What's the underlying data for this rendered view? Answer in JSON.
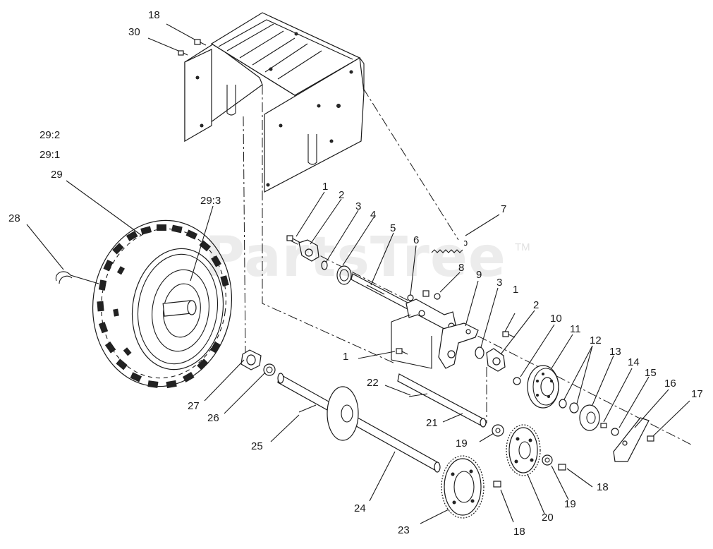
{
  "watermark": {
    "text": "PartsTree",
    "trademark": "TM"
  },
  "labels": [
    {
      "id": "18-top",
      "text": "18"
    },
    {
      "id": "30",
      "text": "30"
    },
    {
      "id": "29-2",
      "text": "29:2"
    },
    {
      "id": "29-1",
      "text": "29:1"
    },
    {
      "id": "29",
      "text": "29"
    },
    {
      "id": "29-3",
      "text": "29:3"
    },
    {
      "id": "28",
      "text": "28"
    },
    {
      "id": "1-a",
      "text": "1"
    },
    {
      "id": "2-a",
      "text": "2"
    },
    {
      "id": "3-a",
      "text": "3"
    },
    {
      "id": "4",
      "text": "4"
    },
    {
      "id": "5",
      "text": "5"
    },
    {
      "id": "6",
      "text": "6"
    },
    {
      "id": "7",
      "text": "7"
    },
    {
      "id": "8",
      "text": "8"
    },
    {
      "id": "9",
      "text": "9"
    },
    {
      "id": "3-b",
      "text": "3"
    },
    {
      "id": "1-b",
      "text": "1"
    },
    {
      "id": "2-b",
      "text": "2"
    },
    {
      "id": "10",
      "text": "10"
    },
    {
      "id": "11",
      "text": "11"
    },
    {
      "id": "12",
      "text": "12"
    },
    {
      "id": "13",
      "text": "13"
    },
    {
      "id": "14",
      "text": "14"
    },
    {
      "id": "15",
      "text": "15"
    },
    {
      "id": "16",
      "text": "16"
    },
    {
      "id": "17",
      "text": "17"
    },
    {
      "id": "1-c",
      "text": "1"
    },
    {
      "id": "22",
      "text": "22"
    },
    {
      "id": "21",
      "text": "21"
    },
    {
      "id": "27",
      "text": "27"
    },
    {
      "id": "26",
      "text": "26"
    },
    {
      "id": "25",
      "text": "25"
    },
    {
      "id": "19-a",
      "text": "19"
    },
    {
      "id": "24",
      "text": "24"
    },
    {
      "id": "23",
      "text": "23"
    },
    {
      "id": "18-b",
      "text": "18"
    },
    {
      "id": "20",
      "text": "20"
    },
    {
      "id": "19-b",
      "text": "19"
    },
    {
      "id": "18-c",
      "text": "18"
    }
  ]
}
